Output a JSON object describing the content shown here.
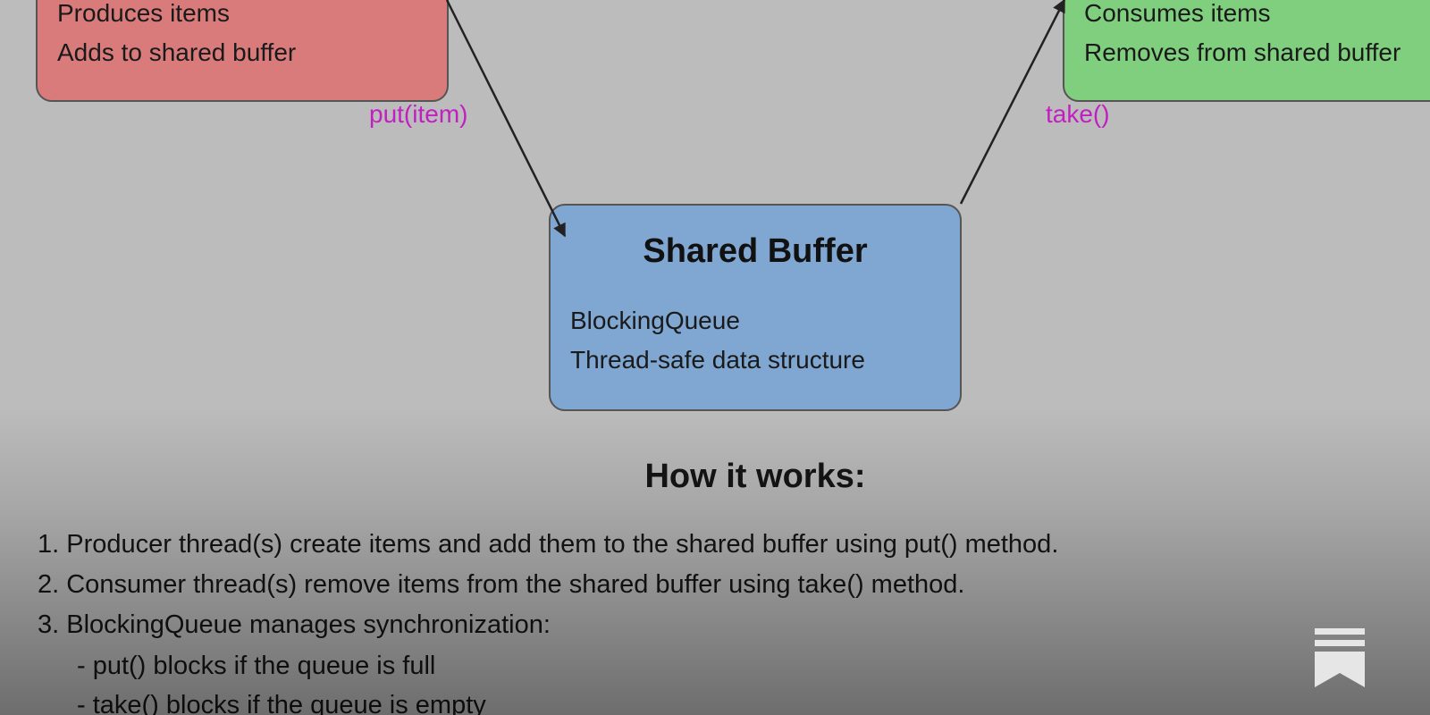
{
  "diagram": {
    "producer": {
      "lines": [
        "Produces items",
        "Adds to shared buffer"
      ]
    },
    "consumer": {
      "lines": [
        "Consumes items",
        "Removes from shared buffer"
      ]
    },
    "buffer": {
      "title": "Shared Buffer",
      "lines": [
        "BlockingQueue",
        "Thread-safe data structure"
      ]
    },
    "edges": {
      "put_label": "put(item)",
      "take_label": "take()"
    }
  },
  "how_it_works": {
    "title": "How it works:",
    "steps": [
      "1. Producer thread(s) create items and add them to the shared buffer using put() method.",
      "2. Consumer thread(s) remove items from the shared buffer using take() method.",
      "3. BlockingQueue manages synchronization:",
      "- put() blocks if the queue is full",
      "- take() blocks if the queue is empty"
    ]
  },
  "icons": {
    "bookmark": "bookmark-icon"
  },
  "colors": {
    "background": "#bcbcbc",
    "producer_fill": "#d97b7b",
    "consumer_fill": "#7fcf7f",
    "buffer_fill": "#7fa7d1",
    "edge_label": "#c21fc2"
  }
}
